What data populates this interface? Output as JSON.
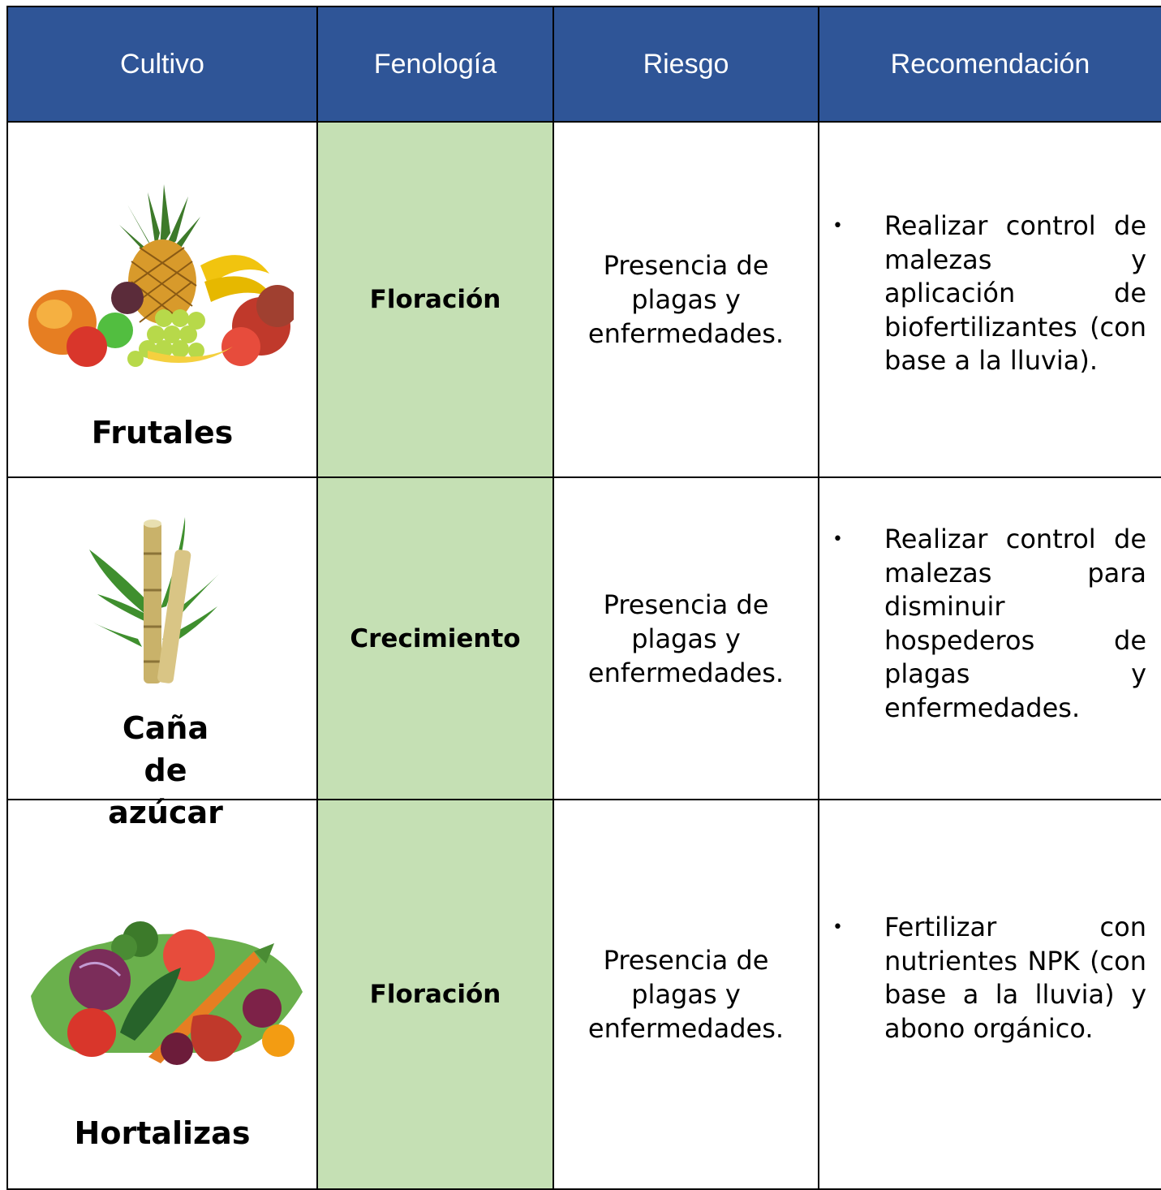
{
  "headers": {
    "crop": "Cultivo",
    "phenology": "Fenología",
    "risk": "Riesgo",
    "recommendation": "Recomendación"
  },
  "rows": [
    {
      "crop": "Frutales",
      "crop_image": "fruit-pile-icon",
      "phenology": "Floración",
      "risk": "Presencia de plagas y enfermedades.",
      "recommendation": "Realizar control de malezas y aplicación de biofertilizantes (con base a la lluvia)."
    },
    {
      "crop": "Caña de azúcar",
      "crop_image": "sugarcane-icon",
      "phenology": "Crecimiento",
      "risk": "Presencia de plagas y enfermedades.",
      "recommendation": "Realizar control de malezas para disminuir hospederos de plagas y enfermedades."
    },
    {
      "crop": "Hortalizas",
      "crop_image": "vegetables-pile-icon",
      "phenology": "Floración",
      "risk": "Presencia de plagas y enfermedades.",
      "recommendation": "Fertilizar con nutrientes NPK (con base a la lluvia) y abono orgánico."
    }
  ],
  "colors": {
    "header_bg": "#2f5597",
    "phenology_bg": "#c5e0b4"
  }
}
